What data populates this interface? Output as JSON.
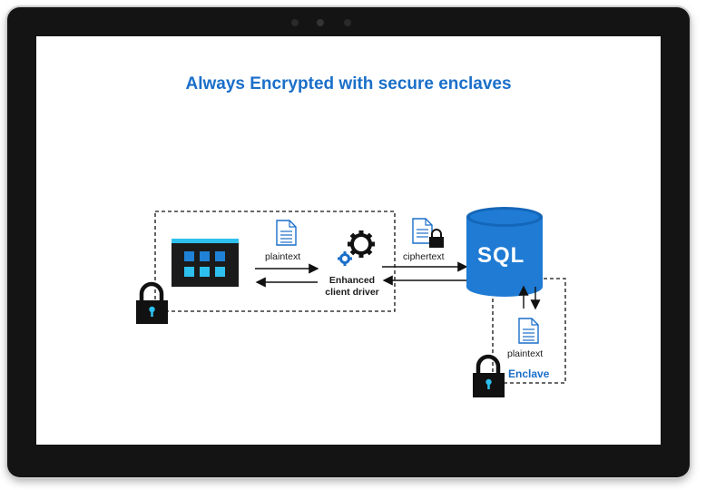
{
  "title": "Always Encrypted with secure enclaves",
  "labels": {
    "plaintext_top": "plaintext",
    "enhanced_line1": "Enhanced",
    "enhanced_line2": "client driver",
    "ciphertext": "ciphertext",
    "sql": "SQL",
    "plaintext_enclave": "plaintext",
    "enclave": "Enclave"
  },
  "colors": {
    "accent_blue": "#1a6fc9",
    "app_window": "#1b1b1b",
    "app_tiles": "#2ec0ef",
    "device_frame": "#141414"
  },
  "icons": [
    "app-window-icon",
    "document-icon",
    "gears-icon",
    "document-lock-icon",
    "database-icon",
    "lock-icon"
  ]
}
